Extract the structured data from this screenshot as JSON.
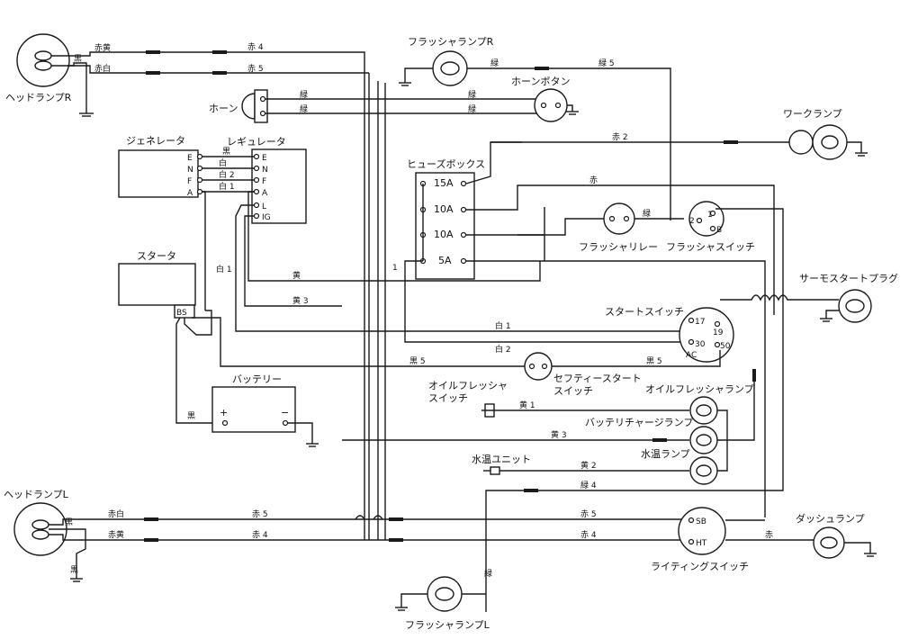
{
  "components": {
    "headlamp_r": "ヘッドランプR",
    "headlamp_l": "ヘッドランプL",
    "horn": "ホーン",
    "horn_button": "ホーンボタン",
    "flasher_lamp_r": "フラッシャランプR",
    "flasher_lamp_l": "フラッシャランプL",
    "work_lamp": "ワークランプ",
    "generator": "ジェネレータ",
    "regulator": "レギュレータ",
    "fuse_box": "ヒューズボックス",
    "flasher_relay": "フラッシャリレー",
    "flasher_switch": "フラッシャスイッチ",
    "starter": "スタータ",
    "thermo_start_plug": "サーモスタートプラグ",
    "start_switch": "スタートスイッチ",
    "safety_start_switch_1": "セフティースタート",
    "safety_start_switch_2": "スイッチ",
    "battery": "バッテリー",
    "oil_pressure_switch_1": "オイルフレッシャ",
    "oil_pressure_switch_2": "スイッチ",
    "oil_pressure_lamp": "オイルフレッシャランプ",
    "battery_charge_lamp": "バッテリチャージランプ",
    "water_temp_unit": "水温ユニット",
    "water_temp_lamp": "水温ランプ",
    "lighting_switch": "ライティングスイッチ",
    "dash_lamp": "ダッシュランプ"
  },
  "terminals": {
    "gen": [
      "E",
      "N",
      "F",
      "A"
    ],
    "reg": [
      "E",
      "N",
      "F",
      "A",
      "L",
      "IG"
    ],
    "fuses": [
      "15A",
      "10A",
      "10A",
      "5A"
    ],
    "starter_bs": "BS",
    "battery_plus": "+",
    "battery_minus": "−",
    "flasher_sw": [
      "2",
      "1",
      "B"
    ],
    "start_sw": [
      "17",
      "19",
      "30",
      "50",
      "AC"
    ],
    "light_sw": [
      "SB",
      "HT"
    ]
  },
  "wires": {
    "aka_ki": "赤黄",
    "aka_shiro": "赤白",
    "kuro": "黒",
    "aka4": "赤 4",
    "aka5": "赤 5",
    "midori": "緑",
    "midori5": "緑 5",
    "midori4": "緑 4",
    "aka2": "赤 2",
    "aka": "赤",
    "shiro": "白",
    "shiro1": "白 1",
    "shiro2": "白 2",
    "ki": "黄",
    "ki1": "黄 1",
    "ki2": "黄 2",
    "ki3": "黄 3",
    "kuro5": "黒 5",
    "one": "1"
  }
}
